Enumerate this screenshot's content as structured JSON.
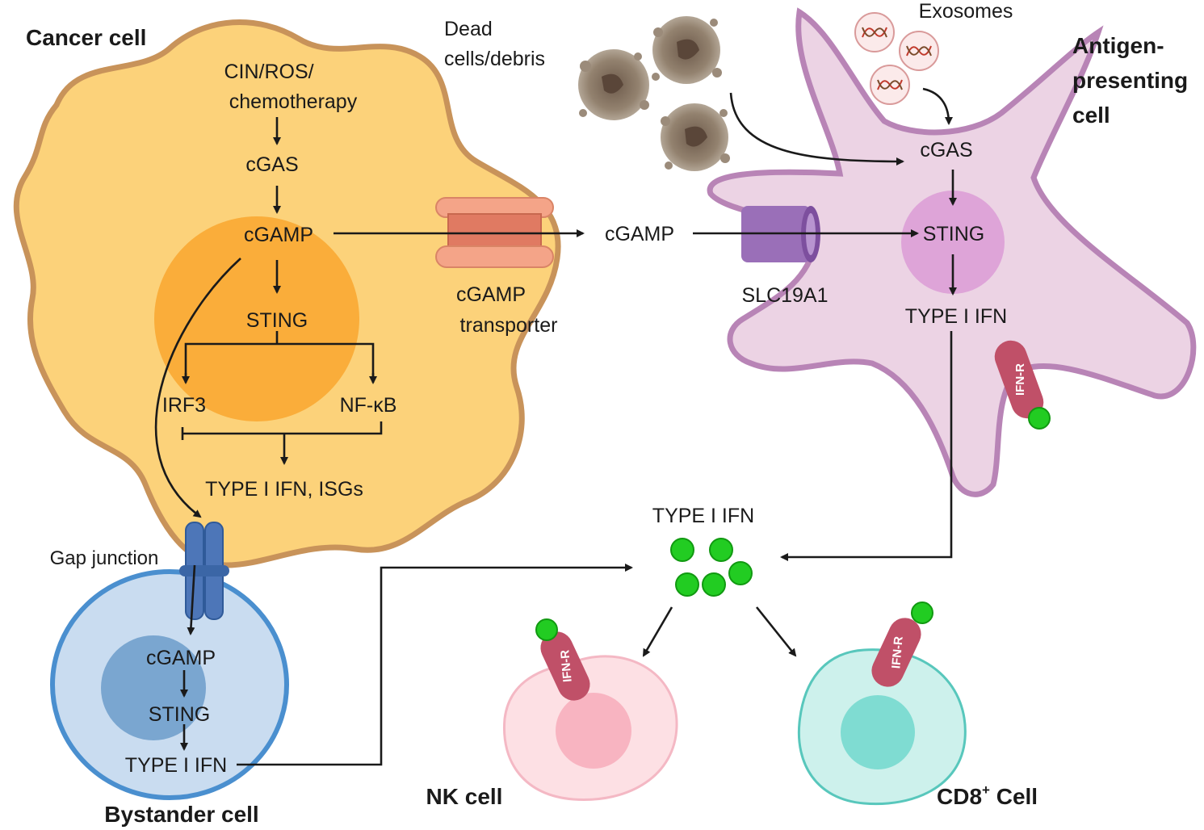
{
  "titles": {
    "cancer_cell": "Cancer cell",
    "antigen_presenting_cell": [
      "Antigen-",
      "presenting",
      "cell"
    ],
    "bystander_cell": "Bystander cell",
    "nk_cell": "NK cell",
    "cd8_cell_base": "CD8",
    "cd8_cell_sup": "+",
    "cd8_cell_suffix": " Cell"
  },
  "cancer_cell": {
    "trigger_line1": "CIN/ROS/",
    "trigger_line2": "chemotherapy",
    "cgas": "cGAS",
    "cgamp": "cGAMP",
    "sting": "STING",
    "irf3": "IRF3",
    "nfkb": "NF-κB",
    "output": "TYPE I IFN, ISGs"
  },
  "transport": {
    "transporter_line1": "cGAMP",
    "transporter_line2": "transporter",
    "cgamp": "cGAMP",
    "slc19a1": "SLC19A1",
    "gap_junction": "Gap junction"
  },
  "environment": {
    "dead_cells_line1": "Dead",
    "dead_cells_line2": "cells/debris",
    "exosomes": "Exosomes"
  },
  "apc": {
    "cgas": "cGAS",
    "sting": "STING",
    "output": "TYPE I IFN",
    "receptor": "IFN-R"
  },
  "bystander": {
    "cgamp": "cGAMP",
    "sting": "STING",
    "output": "TYPE I IFN"
  },
  "secreted": {
    "label": "TYPE I IFN"
  },
  "effectors": {
    "nk_receptor": "IFN-R",
    "cd8_receptor": "IFN-R"
  },
  "colors": {
    "cancer_fill": "#fcd27a",
    "cancer_border": "#c8935a",
    "cancer_nucleus": "#f9a833",
    "apc_fill": "#ecd3e4",
    "apc_border": "#b884b6",
    "apc_nucleus": "#dea4d8",
    "bystander_fill": "#c9dcf0",
    "bystander_border": "#4a8fcf",
    "bystander_nucleus": "#7aa6d0",
    "nk_fill": "#fde0e4",
    "nk_nucleus": "#f8b4c1",
    "cd8_fill": "#cdf1ec",
    "cd8_nucleus": "#7fdcd2",
    "ifn_dot": "#22cc22",
    "receptor": "#c05068",
    "transporter": "#f4a488",
    "slc19a1": "#9a6fb8",
    "gap_junction": "#4d76b8",
    "debris": "#8c7a6a"
  },
  "icons": [
    "dead-cell-icon",
    "exosome-dna-icon",
    "ifn-receptor-icon",
    "gap-junction-icon",
    "cgamp-transporter-icon",
    "slc19a1-channel-icon"
  ]
}
